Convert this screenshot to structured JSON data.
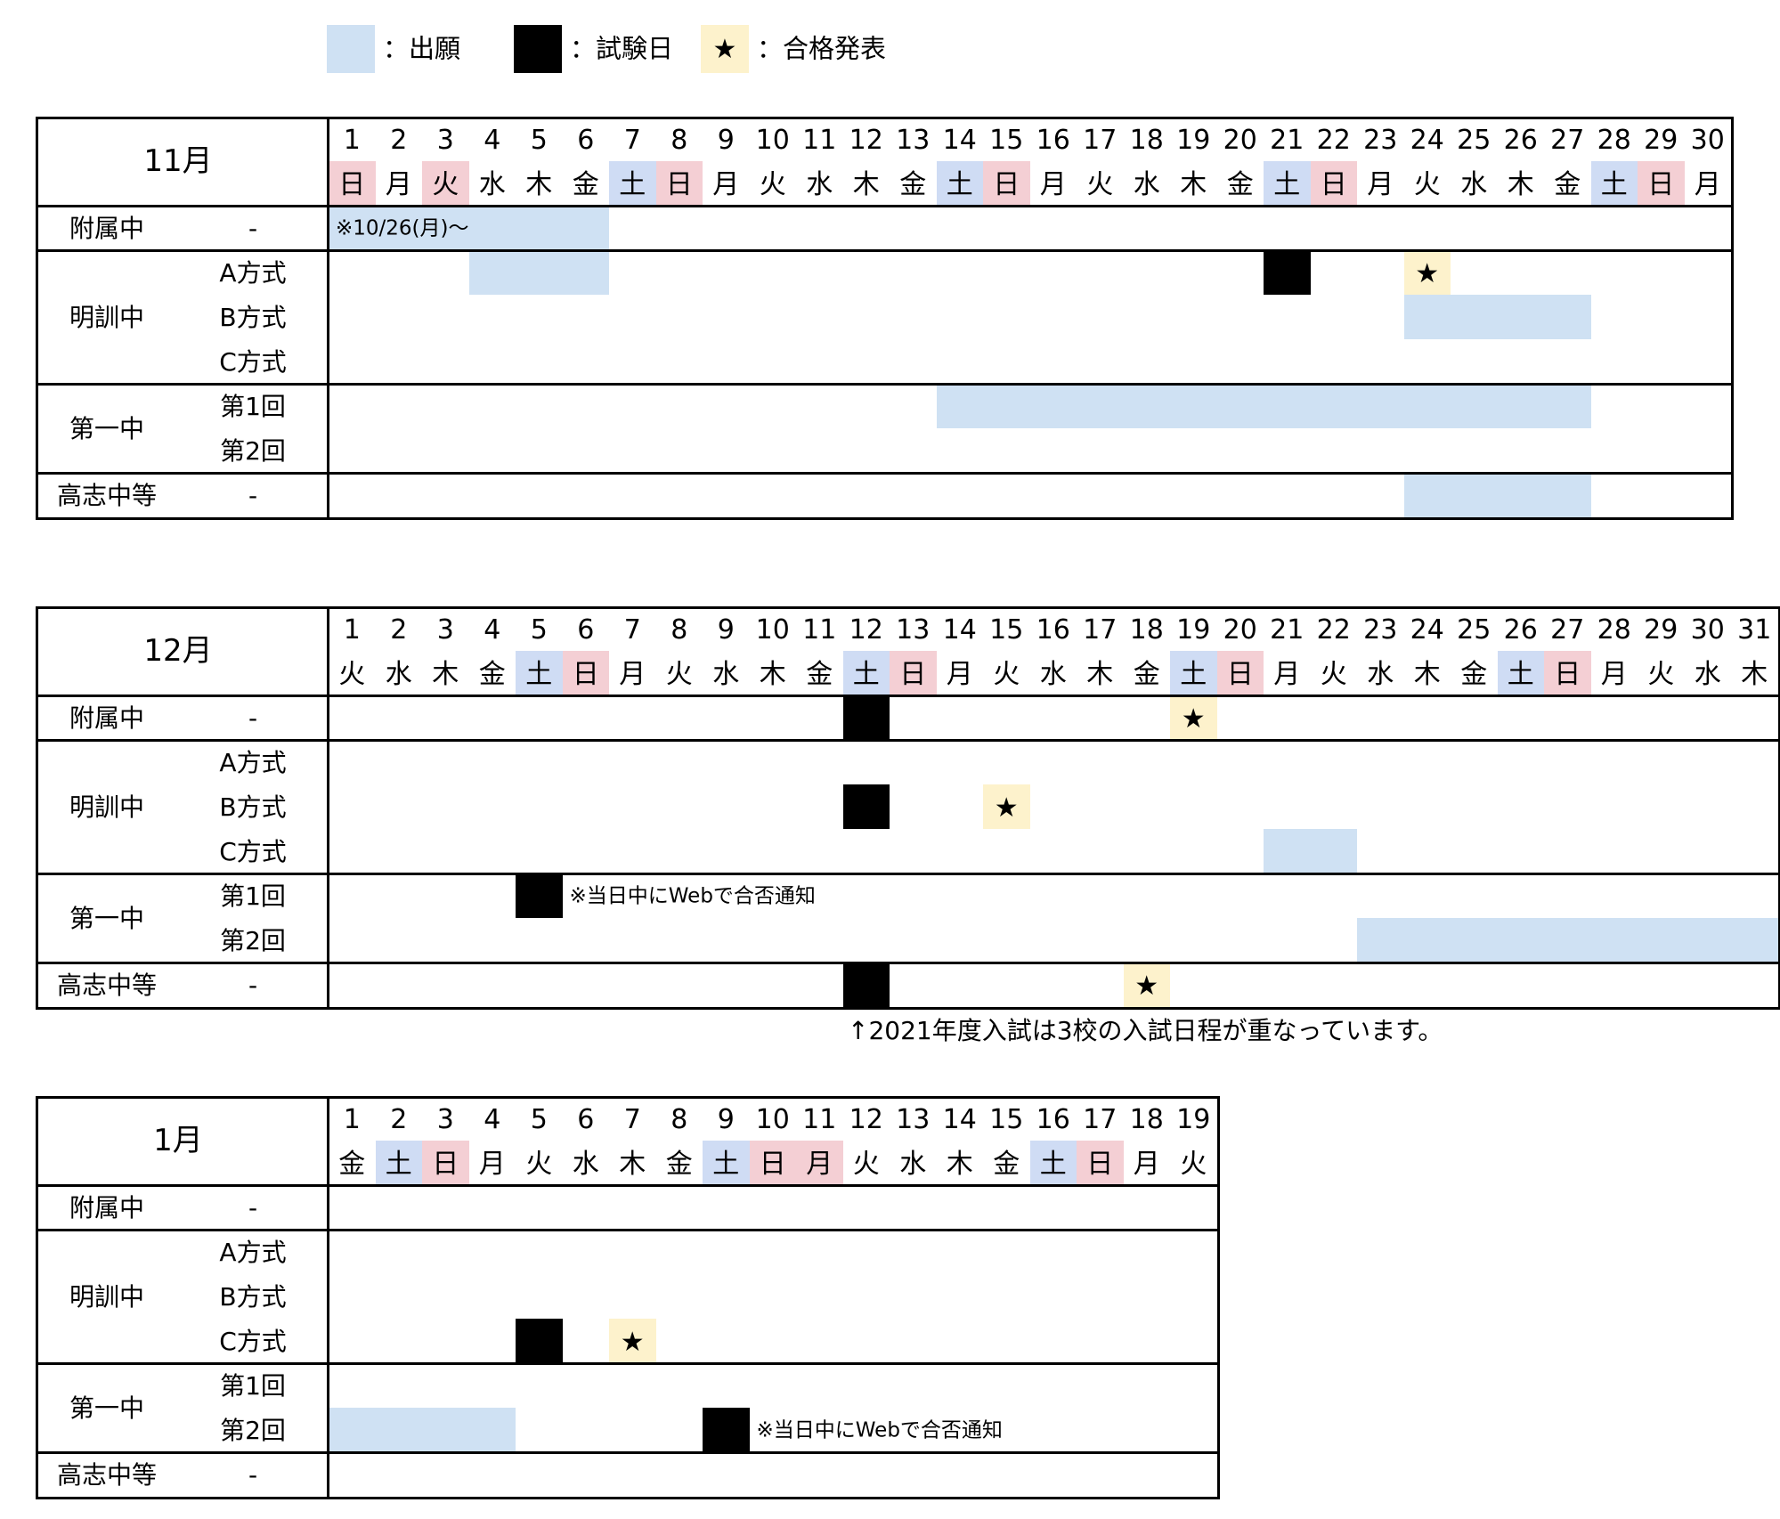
{
  "colors": {
    "application": "#cfe1f3",
    "exam": "#000000",
    "announcement": "#fdf2cc",
    "saturday": "#cfdcf4",
    "sunday": "#f4cfd4"
  },
  "legend": [
    {
      "type": "application",
      "label": "：出願",
      "icon": ""
    },
    {
      "type": "exam",
      "label": "：試験日",
      "icon": ""
    },
    {
      "type": "announcement",
      "label": "：合格発表",
      "icon": "★"
    }
  ],
  "star_glyph": "★",
  "calendars": [
    {
      "month_label": "11月",
      "days": [
        "1",
        "2",
        "3",
        "4",
        "5",
        "6",
        "7",
        "8",
        "9",
        "10",
        "11",
        "12",
        "13",
        "14",
        "15",
        "16",
        "17",
        "18",
        "19",
        "20",
        "21",
        "22",
        "23",
        "24",
        "25",
        "26",
        "27",
        "28",
        "29",
        "30"
      ],
      "weekdays": [
        "日",
        "月",
        "火",
        "水",
        "木",
        "金",
        "土",
        "日",
        "月",
        "火",
        "水",
        "木",
        "金",
        "土",
        "日",
        "月",
        "火",
        "水",
        "木",
        "金",
        "土",
        "日",
        "月",
        "火",
        "水",
        "木",
        "金",
        "土",
        "日",
        "月"
      ],
      "day_shading": {
        "saturday": [
          7,
          14,
          21,
          28
        ],
        "sunday": [
          1,
          3,
          8,
          15,
          22,
          29
        ]
      },
      "groups": [
        {
          "school": "附属中",
          "subs": [
            "-"
          ]
        },
        {
          "school": "明訓中",
          "subs": [
            "A方式",
            "B方式",
            "C方式"
          ]
        },
        {
          "school": "第一中",
          "subs": [
            "第1回",
            "第2回"
          ]
        },
        {
          "school": "高志中等",
          "subs": [
            "-"
          ]
        }
      ],
      "events": [
        {
          "type": "application",
          "row": 0,
          "from": 1,
          "to": 6
        },
        {
          "type": "application",
          "row": 1,
          "from": 4,
          "to": 6
        },
        {
          "type": "exam",
          "row": 1,
          "from": 21,
          "to": 21
        },
        {
          "type": "announcement",
          "row": 1,
          "from": 24,
          "to": 24
        },
        {
          "type": "application",
          "row": 2,
          "from": 24,
          "to": 27
        },
        {
          "type": "application",
          "row": 4,
          "from": 14,
          "to": 27
        },
        {
          "type": "application",
          "row": 6,
          "from": 24,
          "to": 27
        }
      ],
      "notes": [
        {
          "row": 0,
          "after_day": 0,
          "text": "※10/26(月)〜"
        }
      ]
    },
    {
      "month_label": "12月",
      "days": [
        "1",
        "2",
        "3",
        "4",
        "5",
        "6",
        "7",
        "8",
        "9",
        "10",
        "11",
        "12",
        "13",
        "14",
        "15",
        "16",
        "17",
        "18",
        "19",
        "20",
        "21",
        "22",
        "23",
        "24",
        "25",
        "26",
        "27",
        "28",
        "29",
        "30",
        "31"
      ],
      "weekdays": [
        "火",
        "水",
        "木",
        "金",
        "土",
        "日",
        "月",
        "火",
        "水",
        "木",
        "金",
        "土",
        "日",
        "月",
        "火",
        "水",
        "木",
        "金",
        "土",
        "日",
        "月",
        "火",
        "水",
        "木",
        "金",
        "土",
        "日",
        "月",
        "火",
        "水",
        "木"
      ],
      "day_shading": {
        "saturday": [
          5,
          12,
          19,
          26
        ],
        "sunday": [
          6,
          13,
          20,
          27
        ]
      },
      "groups": [
        {
          "school": "附属中",
          "subs": [
            "-"
          ]
        },
        {
          "school": "明訓中",
          "subs": [
            "A方式",
            "B方式",
            "C方式"
          ]
        },
        {
          "school": "第一中",
          "subs": [
            "第1回",
            "第2回"
          ]
        },
        {
          "school": "高志中等",
          "subs": [
            "-"
          ]
        }
      ],
      "events": [
        {
          "type": "exam",
          "row": 0,
          "from": 12,
          "to": 12
        },
        {
          "type": "announcement",
          "row": 0,
          "from": 19,
          "to": 19
        },
        {
          "type": "exam",
          "row": 2,
          "from": 12,
          "to": 12
        },
        {
          "type": "announcement",
          "row": 2,
          "from": 15,
          "to": 15
        },
        {
          "type": "application",
          "row": 3,
          "from": 21,
          "to": 22
        },
        {
          "type": "exam",
          "row": 4,
          "from": 5,
          "to": 5
        },
        {
          "type": "application",
          "row": 5,
          "from": 23,
          "to": 31
        },
        {
          "type": "exam",
          "row": 6,
          "from": 12,
          "to": 12
        },
        {
          "type": "announcement",
          "row": 6,
          "from": 18,
          "to": 18
        }
      ],
      "notes": [
        {
          "row": 4,
          "after_day": 5,
          "text": "※当日中にWebで合否通知"
        }
      ],
      "footnote": "↑2021年度入試は3校の入試日程が重なっています。"
    },
    {
      "month_label": "1月",
      "days": [
        "1",
        "2",
        "3",
        "4",
        "5",
        "6",
        "7",
        "8",
        "9",
        "10",
        "11",
        "12",
        "13",
        "14",
        "15",
        "16",
        "17",
        "18",
        "19"
      ],
      "weekdays": [
        "金",
        "土",
        "日",
        "月",
        "火",
        "水",
        "木",
        "金",
        "土",
        "日",
        "月",
        "火",
        "水",
        "木",
        "金",
        "土",
        "日",
        "月",
        "火"
      ],
      "day_shading": {
        "saturday": [
          2,
          9,
          16
        ],
        "sunday": [
          3,
          10,
          11,
          17
        ]
      },
      "groups": [
        {
          "school": "附属中",
          "subs": [
            "-"
          ]
        },
        {
          "school": "明訓中",
          "subs": [
            "A方式",
            "B方式",
            "C方式"
          ]
        },
        {
          "school": "第一中",
          "subs": [
            "第1回",
            "第2回"
          ]
        },
        {
          "school": "高志中等",
          "subs": [
            "-"
          ]
        }
      ],
      "events": [
        {
          "type": "exam",
          "row": 3,
          "from": 5,
          "to": 5
        },
        {
          "type": "announcement",
          "row": 3,
          "from": 7,
          "to": 7
        },
        {
          "type": "application",
          "row": 5,
          "from": 1,
          "to": 4
        },
        {
          "type": "exam",
          "row": 5,
          "from": 9,
          "to": 9
        }
      ],
      "notes": [
        {
          "row": 5,
          "after_day": 9,
          "text": "※当日中にWebで合否通知"
        }
      ]
    }
  ]
}
